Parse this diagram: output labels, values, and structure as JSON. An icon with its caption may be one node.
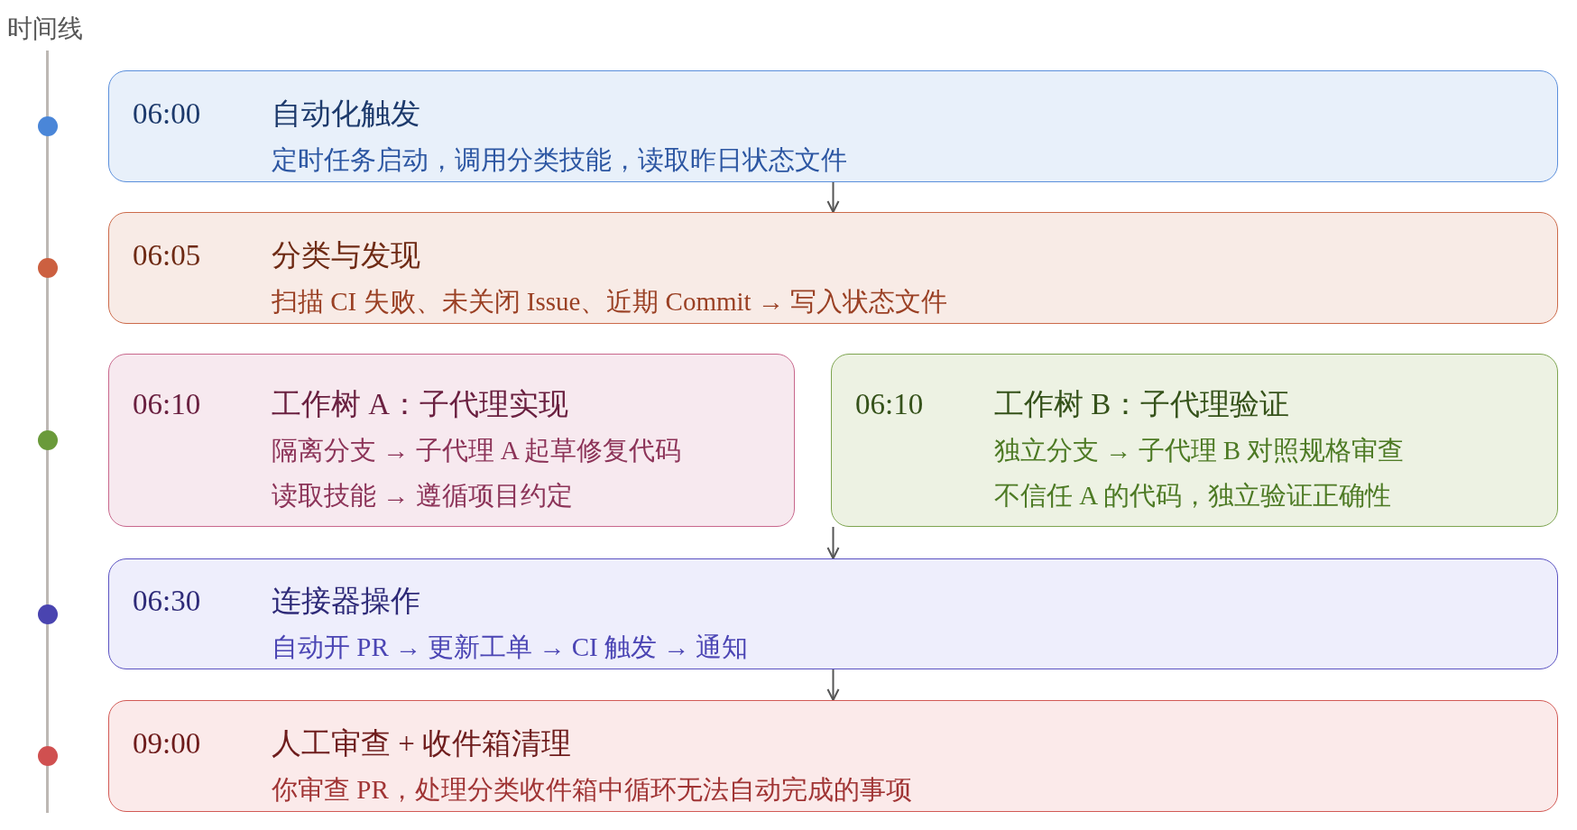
{
  "diagram": {
    "nodes": [
      {
        "text": [
          "06:00",
          "自动化触发",
          "定时任务启动，调用分类技能，读取昨日状态文件"
        ]
      },
      {
        "text": [
          "06:05",
          "分类与发现",
          "扫描 CI 失败、未关闭 Issue、近期 Commit → 写入状态文件"
        ]
      },
      {
        "text": [
          "06:10",
          "工作树 A：子代理实现",
          "隔离分支 → 子代理 A 起草修复代码",
          "读取技能 → 遵循项目约定"
        ]
      },
      {
        "text": [
          "06:10",
          "工作树 B：子代理验证",
          "独立分支 → 子代理 B 对照规格审查",
          "不信任 A 的代码，独立验证正确性"
        ]
      },
      {
        "text": [
          "06:30",
          "连接器操作",
          "自动开 PR → 更新工单 → CI 触发 → 通知"
        ]
      },
      {
        "text": [
          "09:00",
          "人工审查 + 收件箱清理",
          "你审查 PR，处理分类收件箱中循环无法自动完成的事项"
        ]
      }
    ],
    "edges": [
      {
        "from": 0,
        "to": 1,
        "arrow": "to"
      },
      {
        "from": 3,
        "to": 4,
        "arrow": "to"
      },
      {
        "from": 4,
        "to": 5,
        "arrow": "to"
      }
    ],
    "labels": [
      "时间线"
    ]
  }
}
